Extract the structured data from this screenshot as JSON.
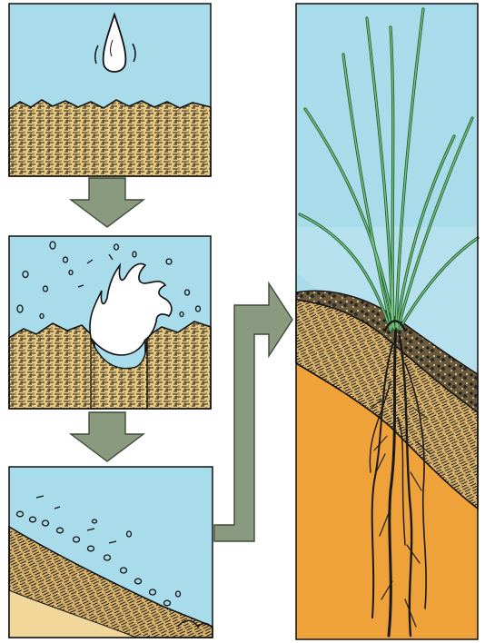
{
  "diagram": {
    "panels": [
      {
        "id": "raindrop",
        "step": 1
      },
      {
        "id": "splash",
        "step": 2
      },
      {
        "id": "sediment-wash",
        "step": 3
      },
      {
        "id": "vegetated-slope",
        "step": 4
      }
    ],
    "colors": {
      "sky": "#a9dcea",
      "sky_light": "#c8eaf2",
      "soil": "#e8c77f",
      "soil_dark": "#c99a45",
      "subsoil": "#f0a23a",
      "arrow": "#8a9a7e",
      "outline": "#111111",
      "grass": "#3e9a55",
      "grass_light": "#7cc47e",
      "water_drop": "#ffffff"
    },
    "icons": [
      "raindrop-icon",
      "down-arrow-icon",
      "connector-arrow-icon",
      "grass-icon"
    ]
  }
}
